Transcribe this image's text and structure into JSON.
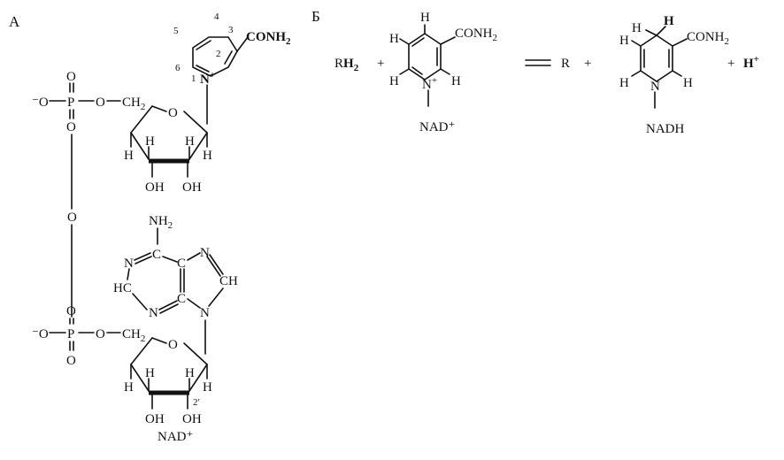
{
  "panel_a": {
    "label": "А",
    "nicotinamide": {
      "conh2": "CONH",
      "conh2_sub": "2",
      "n_plus": "N",
      "plus": "+",
      "ring_numbers": [
        "1",
        "2",
        "3",
        "4",
        "5",
        "6"
      ]
    },
    "phosphate_top": {
      "o_minus": "⁻O",
      "p": "P",
      "o_up": "O",
      "o_down": "O",
      "o_right": "O",
      "ch2": "CH",
      "ch2_sub": "2"
    },
    "bridge_o": "O",
    "phosphate_bottom": {
      "o_minus": "⁻O",
      "p": "P",
      "o_up": "O",
      "o_down": "O",
      "o_right": "O",
      "ch2": "CH",
      "ch2_sub": "2"
    },
    "ribose_top": {
      "ring_o": "O",
      "h_left": "H",
      "h_mid1": "H",
      "h_mid2": "H",
      "h_right": "H",
      "oh1": "OH",
      "oh2": "OH"
    },
    "adenine": {
      "nh2": "NH",
      "nh2_sub": "2",
      "n1": "N",
      "c6": "C",
      "c5": "C",
      "n7": "N",
      "c8h": "CH",
      "n9": "N",
      "c4": "C",
      "n3": "N",
      "c2h": "HC"
    },
    "ribose_bottom": {
      "ring_o": "O",
      "h_left": "H",
      "h_mid1": "H",
      "h_mid2": "H",
      "h_right": "H",
      "oh1": "OH",
      "oh2": "OH",
      "prime": "2′"
    },
    "caption": "NAD⁺"
  },
  "panel_b": {
    "label": "Б",
    "reactant_left": "R",
    "reactant_h2": "H",
    "reactant_sub": "2",
    "plus1": "+",
    "nad_plus": {
      "h_top": "H",
      "h_ul": "H",
      "h_ll": "H",
      "h_lr": "H",
      "conh2": "CONH",
      "conh2_sub": "2",
      "n": "N",
      "plus": "+",
      "caption": "NAD⁺"
    },
    "arrow": "⇌",
    "product_r": "R",
    "plus2": "+",
    "nadh": {
      "h_top1": "H",
      "h_top2": "H",
      "h_ul": "H",
      "h_ll": "H",
      "h_lr": "H",
      "conh2": "CONH",
      "conh2_sub": "2",
      "n": "N",
      "caption": "NADH"
    },
    "plus3": "+",
    "proton": "H",
    "proton_sup": "+"
  }
}
